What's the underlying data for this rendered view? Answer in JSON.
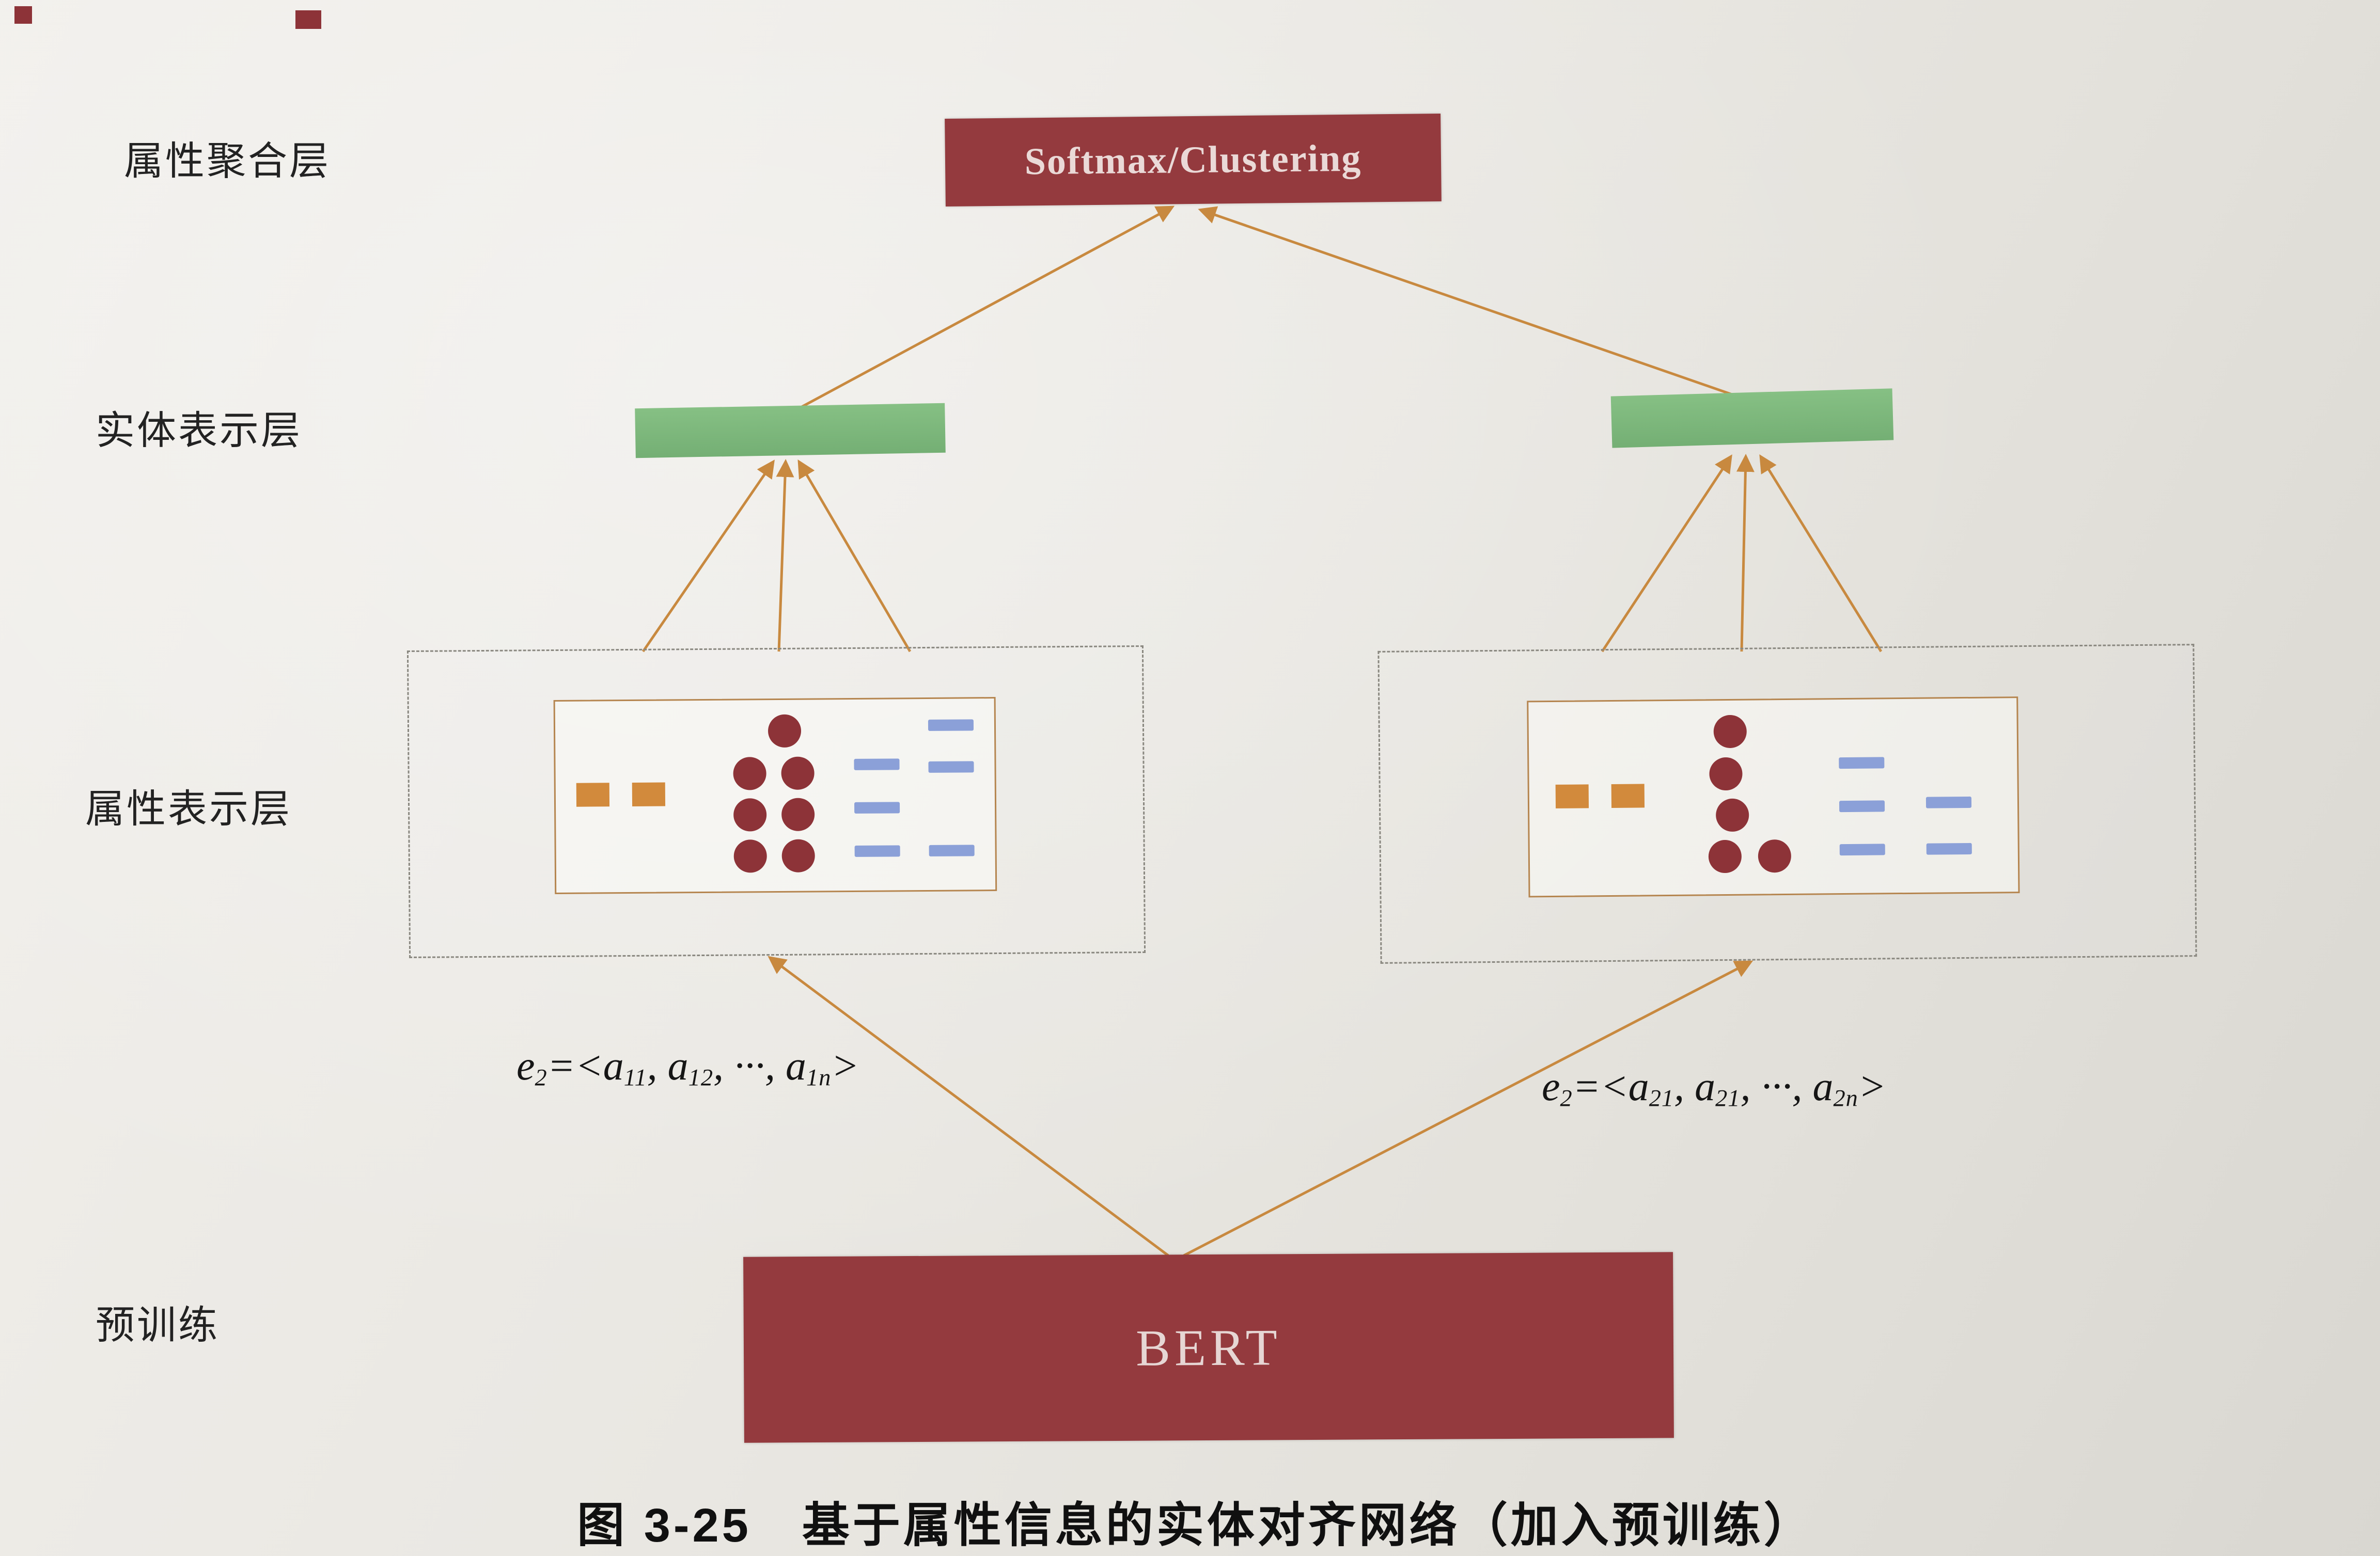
{
  "page": {
    "caption": "图 3-25　基于属性信息的实体对齐网络（加入预训练）"
  },
  "layers": {
    "aggregation_label": "属性聚合层",
    "entity_label": "实体表示层",
    "attribute_label": "属性表示层",
    "pretrain_label": "预训练"
  },
  "nodes": {
    "softmax_label": "Softmax/Clustering",
    "bert_label": "BERT"
  },
  "equations": {
    "left": {
      "base": "e",
      "sub0": "2",
      "mid1": "=<a",
      "sub1": "11",
      "mid2": ", a",
      "sub2": "12",
      "mid3": ", ···, a",
      "sub3": "1n",
      "end": ">"
    },
    "right": {
      "base": "e",
      "sub0": "2",
      "mid1": "=<a",
      "sub1": "21",
      "mid2": ", a",
      "sub2": "21",
      "mid3": ", ···, a",
      "sub3": "2n",
      "end": ">"
    }
  },
  "colors": {
    "dark_red_box": "#943a3e",
    "green_bar": "#7eb97d",
    "arrow_orange": "#c8893f",
    "attribute_square": "#d28a3c",
    "attribute_circle": "#8d3338",
    "attribute_dash": "#8ba0d8",
    "paper": "#e9e7e2"
  }
}
